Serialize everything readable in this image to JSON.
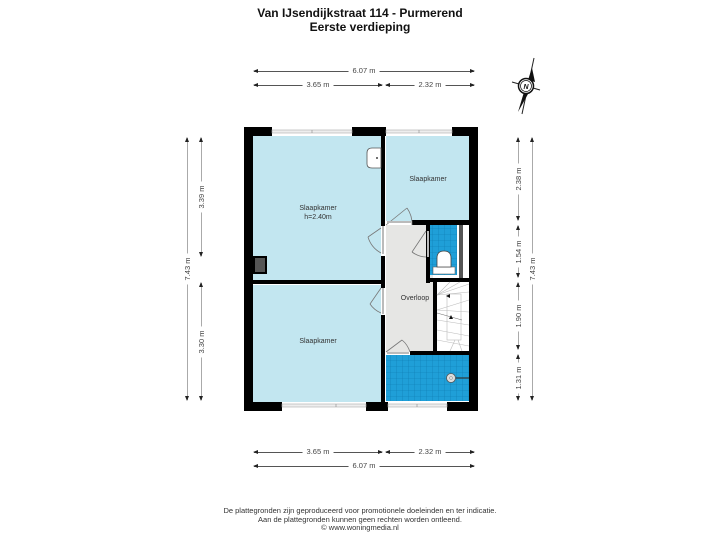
{
  "header": {
    "address": "Van IJsendijkstraat 114 - Purmerend",
    "floor": "Eerste verdieping"
  },
  "dimensions": {
    "top_total": "6.07 m",
    "top_left": "3.65 m",
    "top_right": "2.32 m",
    "bottom_left": "3.65 m",
    "bottom_right": "2.32 m",
    "bottom_total": "6.07 m",
    "left_total": "7.43 m",
    "left_upper": "3.39 m",
    "left_lower": "3.30 m",
    "right_1": "2.38 m",
    "right_2": "1.54 m",
    "right_3": "1.90 m",
    "right_4": "1.31 m",
    "right_total": "7.43 m"
  },
  "rooms": {
    "bedroom_main": {
      "name": "Slaapkamer",
      "height": "h=2.40m"
    },
    "bedroom_small": {
      "name": "Slaapkamer"
    },
    "bedroom_lower": {
      "name": "Slaapkamer"
    },
    "landing": {
      "name": "Overloop"
    }
  },
  "compass": {
    "label": "N"
  },
  "colors": {
    "room_fill": "#c2e6f0",
    "landing_fill": "#e6e6e4",
    "tile_fill": "#1f9fd8",
    "tile_grid": "#0d7ab0",
    "wall": "#000000"
  },
  "footer": {
    "line1": "De plattegronden zijn geproduceerd voor promotionele doeleinden en ter indicatie.",
    "line2": "Aan de plattegronden kunnen geen rechten worden ontleend.",
    "line3": "© www.woningmedia.nl"
  }
}
